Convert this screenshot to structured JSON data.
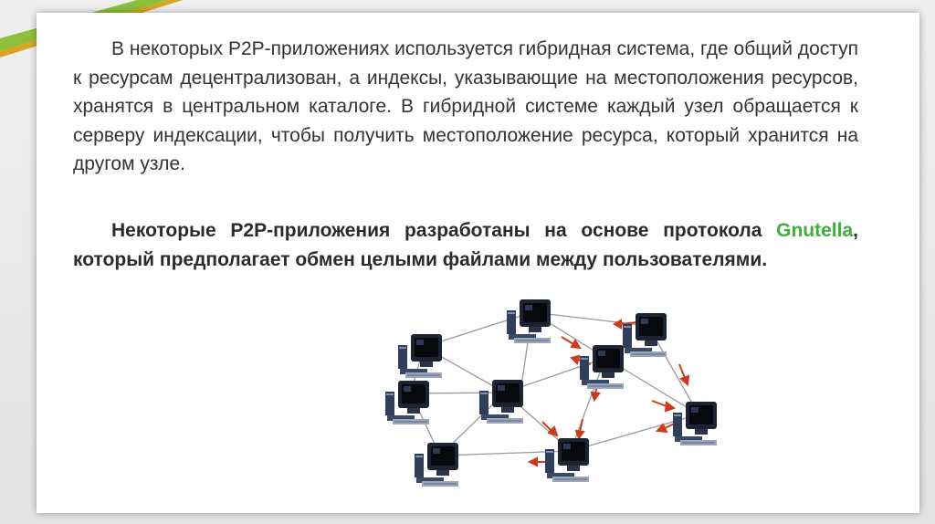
{
  "slide": {
    "accent_colors": {
      "stripe_green": "#8dbf3a",
      "stripe_gold": "#d9a520",
      "link_green": "#3cae3c",
      "arrow_red": "#d0391c"
    },
    "paragraph1": "В некоторых P2P-приложениях используется гибридная система, где общий доступ к ресурсам децентрализован, а индексы, указывающие на местоположения ресурсов, хранятся в центральном каталоге. В гибридной системе каждый узел обращается к серверу индексации, чтобы получить местоположение ресурса, который хранится на другом узле.",
    "paragraph2": {
      "before": "Некоторые P2P-приложения разработаны на основе протокола ",
      "highlight": "Gnutella",
      "after": ", который предполагает обмен целыми файлами между пользователями."
    }
  },
  "diagram": {
    "icon": "desktop-computer-icon",
    "node_count": 9
  }
}
